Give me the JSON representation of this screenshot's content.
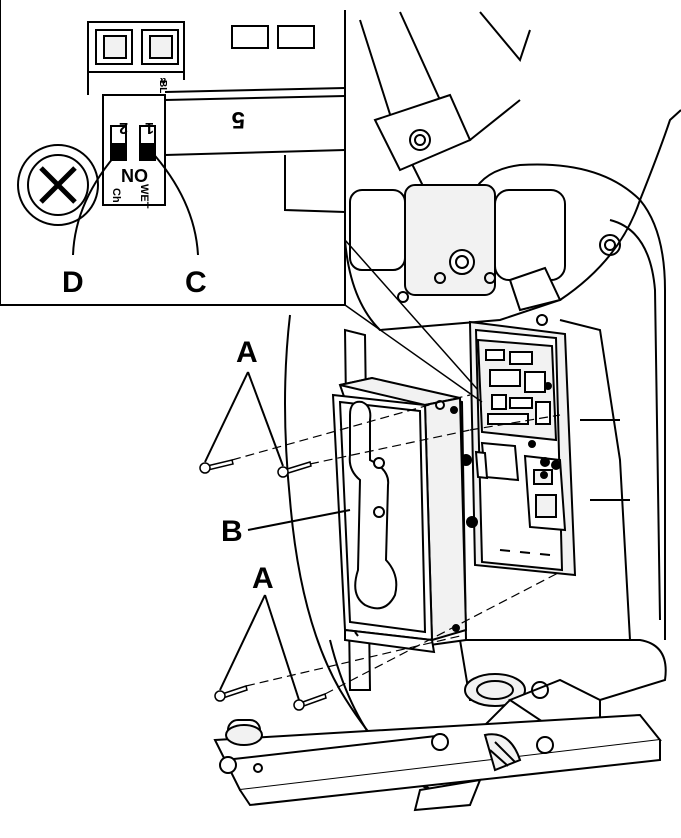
{
  "callouts": {
    "a_upper": "A",
    "a_lower": "A",
    "b": "B",
    "c": "C",
    "d": "D"
  },
  "inset": {
    "switch_on": "ON",
    "switch_1": "1",
    "switch_2": "2",
    "label_wet": "WET",
    "label_ch": "Ch",
    "connector_number": "5",
    "connector_mark_a": "a",
    "connector_mark_b": "BL"
  },
  "colors": {
    "line": "#000000",
    "fill_light": "#ffffff",
    "fill_shade": "#f2f2f2"
  }
}
